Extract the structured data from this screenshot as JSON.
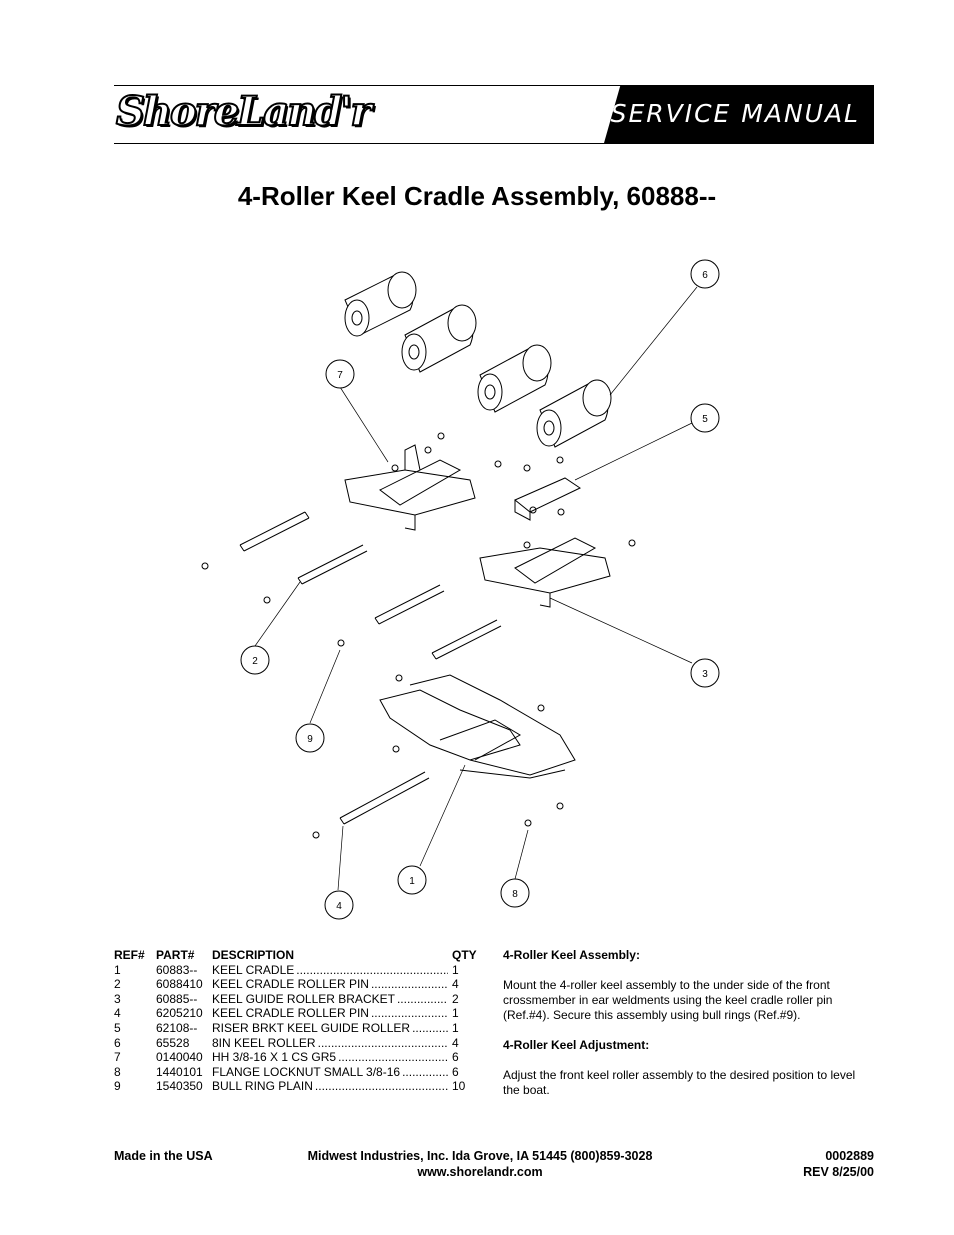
{
  "header": {
    "logo": "ShoreLand'r",
    "manual_label": "SERVICE MANUAL"
  },
  "title": "4-Roller Keel Cradle Assembly, 60888--",
  "diagram": {
    "callouts": [
      "1",
      "2",
      "3",
      "4",
      "5",
      "6",
      "7",
      "8",
      "9"
    ]
  },
  "parts_table": {
    "headers": [
      "REF#",
      "PART#",
      "DESCRIPTION",
      "QTY"
    ],
    "rows": [
      {
        "ref": "1",
        "part": "60883--",
        "desc": "KEEL CRADLE",
        "qty": "1"
      },
      {
        "ref": "2",
        "part": "6088410",
        "desc": "KEEL CRADLE ROLLER PIN",
        "qty": "4"
      },
      {
        "ref": "3",
        "part": "60885--",
        "desc": "KEEL GUIDE ROLLER BRACKET",
        "qty": "2"
      },
      {
        "ref": "4",
        "part": "6205210",
        "desc": "KEEL CRADLE ROLLER PIN",
        "qty": "1"
      },
      {
        "ref": "5",
        "part": "62108--",
        "desc": "RISER BRKT KEEL GUIDE ROLLER",
        "qty": "1"
      },
      {
        "ref": "6",
        "part": "65528",
        "desc": "8IN KEEL ROLLER",
        "qty": "4"
      },
      {
        "ref": "7",
        "part": "0140040",
        "desc": "HH 3/8-16 X 1 CS GR5",
        "qty": "6"
      },
      {
        "ref": "8",
        "part": "1440101",
        "desc": "FLANGE LOCKNUT SMALL 3/8-16",
        "qty": "6"
      },
      {
        "ref": "9",
        "part": "1540350",
        "desc": "BULL RING PLAIN",
        "qty": "10"
      }
    ]
  },
  "notes": {
    "assembly_heading": "4-Roller Keel Assembly:",
    "assembly_text": "Mount the 4-roller keel assembly to the under side of the front crossmember in ear weldments using the keel cradle roller pin (Ref.#4). Secure this assembly using bull rings (Ref.#9).",
    "adjustment_heading": "4-Roller Keel Adjustment:",
    "adjustment_text": "Adjust the front keel roller assembly to the desired position to level the boat."
  },
  "footer": {
    "made_in": "Made in the USA",
    "company": "Midwest Industries, Inc. Ida Grove, IA  51445 (800)859-3028",
    "website": "www.shorelandr.com",
    "doc_number": "0002889",
    "revision": "REV  8/25/00"
  }
}
